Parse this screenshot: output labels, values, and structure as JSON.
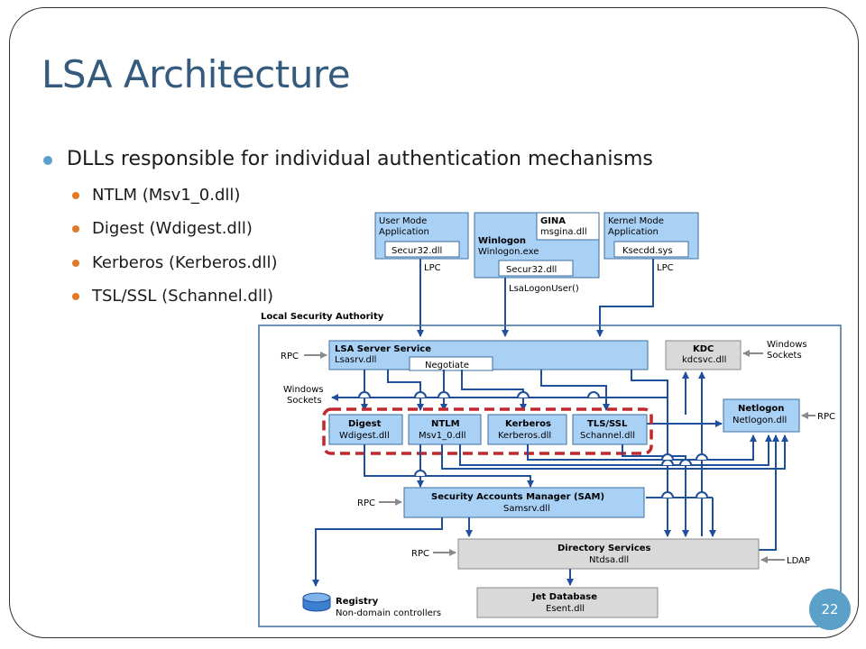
{
  "slide": {
    "title": "LSA Architecture",
    "bullet_main": "DLLs responsible for individual authentication mechanisms",
    "sub_bullets": [
      "NTLM (Msv1_0.dll)",
      "Digest (Wdigest.dll)",
      "Kerberos (Kerberos.dll)",
      "TSL/SSL (Schannel.dll)"
    ],
    "page_number": "22"
  },
  "diagram": {
    "top_boxes": {
      "user_mode": {
        "line1": "User Mode",
        "line2": "Application",
        "inner": "Secur32.dll",
        "arrow_label": "LPC"
      },
      "winlogon": {
        "gina_title": "GINA",
        "gina_dll": "msgina.dll",
        "title": "Winlogon",
        "exe": "Winlogon.exe",
        "inner": "Secur32.dll",
        "arrow_label": "LsaLogonUser()"
      },
      "kernel_mode": {
        "line1": "Kernel Mode",
        "line2": "Application",
        "inner": "Ksecdd.sys",
        "arrow_label": "LPC"
      }
    },
    "lsa_label": "Local Security Authority",
    "lsa_server": {
      "title": "LSA Server Service",
      "dll": "Lsasrv.dll",
      "negotiate": "Negotiate"
    },
    "kdc": {
      "title": "KDC",
      "dll": "kdcsvc.dll"
    },
    "windows_sockets_right": {
      "line1": "Windows",
      "line2": "Sockets"
    },
    "windows_sockets_left": {
      "line1": "Windows",
      "line2": "Sockets"
    },
    "rpc_label": "RPC",
    "ldap_label": "LDAP",
    "netlogon": {
      "title": "Netlogon",
      "dll": "Netlogon.dll"
    },
    "packages": [
      {
        "title": "Digest",
        "dll": "Wdigest.dll"
      },
      {
        "title": "NTLM",
        "dll": "Msv1_0.dll"
      },
      {
        "title": "Kerberos",
        "dll": "Kerberos.dll"
      },
      {
        "title": "TLS/SSL",
        "dll": "Schannel.dll"
      }
    ],
    "sam": {
      "title": "Security Accounts Manager (SAM)",
      "dll": "Samsrv.dll"
    },
    "directory_services": {
      "title": "Directory Services",
      "dll": "Ntdsa.dll"
    },
    "jet_database": {
      "title": "Jet Database",
      "dll": "Esent.dll"
    },
    "registry": {
      "title": "Registry",
      "sub": "Non-domain controllers"
    },
    "colors": {
      "box_fill": "#a9d0f5",
      "box_stroke": "#3d6f9e",
      "gray_fill": "#d9d9d9",
      "arrow": "#1f4e9a",
      "highlight": "#c0282d"
    }
  }
}
